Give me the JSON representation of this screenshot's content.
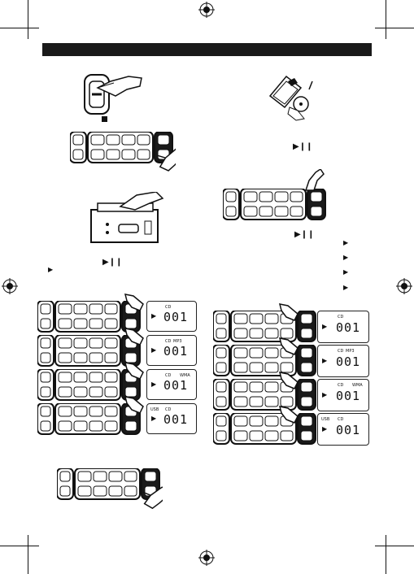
{
  "header": {
    "title": ""
  },
  "stop_step": {
    "icon": "stop-square-icon"
  },
  "left_play_note": {
    "icon1": "play-pause-icon",
    "icon2": "play-triangle-icon"
  },
  "right_play_note": {
    "icon": "play-pause-icon"
  },
  "right_top_note": {
    "icon": "play-pause-icon"
  },
  "play_markers": {
    "count": 4,
    "icon": "play-triangle-icon"
  },
  "displays": {
    "left": [
      {
        "source": "CD",
        "format": "",
        "digits": "001"
      },
      {
        "source": "CD",
        "format": "MP3",
        "digits": "001"
      },
      {
        "source": "CD",
        "format": "WMA",
        "digits": "001"
      },
      {
        "source": "CD",
        "format": "",
        "prefix": "USB",
        "digits": "001"
      }
    ],
    "right": [
      {
        "source": "CD",
        "format": "",
        "digits": "001"
      },
      {
        "source": "CD",
        "format": "MP3",
        "digits": "001"
      },
      {
        "source": "CD",
        "format": "WMA",
        "digits": "001"
      },
      {
        "source": "CD",
        "format": "",
        "prefix": "USB",
        "digits": "001"
      }
    ]
  },
  "colors": {
    "ink": "#111111",
    "bar": "#1a1a1a",
    "paper": "#ffffff"
  }
}
